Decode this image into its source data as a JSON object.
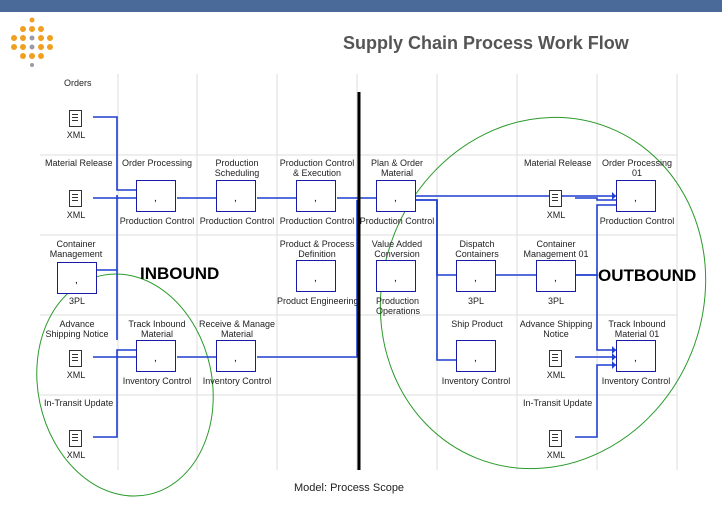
{
  "title": "Supply Chain Process Work Flow",
  "footer": "Model: Process Scope",
  "inbound_label": "INBOUND",
  "outbound_label": "OUTBOUND",
  "colors": {
    "topbar": "#4a6a9a",
    "process_border": "#1a1aa8",
    "flow": "#1f3fd0",
    "ellipse": "#2a9a2a",
    "divider": "#000000"
  },
  "left_rows": {
    "orders": "Orders",
    "material_release": "Material Release",
    "container_management": "Container Management",
    "advance_shipping": "Advance Shipping Notice",
    "in_transit": "In-Transit Update"
  },
  "right_rows": {
    "material_release": "Material Release",
    "container_management": "Container Management 01",
    "advance_shipping": "Advance Shipping Notice",
    "in_transit": "In-Transit Update"
  },
  "doc_label": "XML",
  "tpl_label": "3PL",
  "columns": {
    "order_processing": "Order Processing",
    "production_scheduling": "Production Scheduling",
    "production_control_execution": "Production Control & Execution",
    "plan_order_material": "Plan & Order Material",
    "order_processing_01": "Order Processing 01",
    "product_process_definition": "Product & Process Definition",
    "value_added_conversion": "Value Added Conversion",
    "dispatch_containers": "Dispatch Containers",
    "track_inbound": "Track Inbound Material",
    "receive_manage": "Receive & Manage Material",
    "ship_product": "Ship Product",
    "track_inbound_01": "Track Inbound Material 01"
  },
  "roles": {
    "production_control": "Production Control",
    "product_engineering": "Product Engineering",
    "production_operations": "Production Operations",
    "inventory_control": "Inventory Control",
    "tpl": "3PL"
  },
  "comma": ","
}
